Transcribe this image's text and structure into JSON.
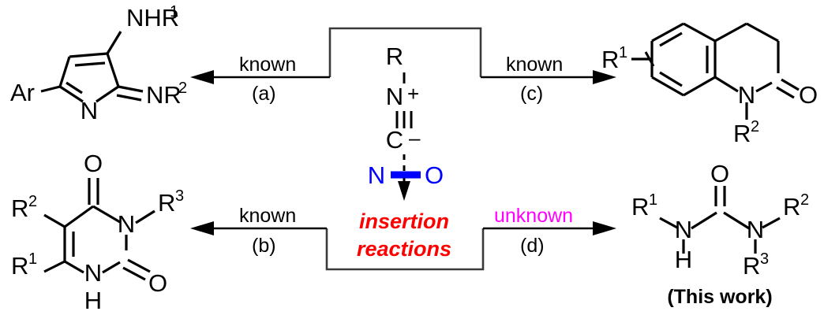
{
  "figure": {
    "title": "Isocyanide-nitric oxide insertion reaction scheme",
    "background_color": "#ffffff",
    "colors": {
      "bond": "#000000",
      "nitroso_blue": "#0000ff",
      "insertion_red": "#ff0000",
      "unknown_magenta": "#ff00ff",
      "bracket_gray": "#3a3a3a"
    }
  },
  "center": {
    "reagent": {
      "r_group": "R",
      "nitrogen": "N",
      "nitrogen_charge": "+",
      "carbon": "C",
      "carbon_charge": "–",
      "nitroso_n": "N",
      "nitroso_o": "O"
    },
    "insertion_label_line1": "insertion",
    "insertion_label_line2": "reactions"
  },
  "arrows": [
    {
      "id": "a",
      "direction": "left",
      "status": "known",
      "tag": "(a)",
      "status_color": "#000000",
      "target": "aminopyrrole-imine"
    },
    {
      "id": "c",
      "direction": "right",
      "status": "known",
      "tag": "(c)",
      "status_color": "#000000",
      "target": "dihydroquinolin-2-one"
    },
    {
      "id": "b",
      "direction": "left",
      "status": "known",
      "tag": "(b)",
      "status_color": "#000000",
      "target": "pyrimidine-2,4-dione"
    },
    {
      "id": "d",
      "direction": "right",
      "status": "unknown",
      "tag": "(d)",
      "status_color": "#ff00ff",
      "target": "trisubstituted-urea"
    }
  ],
  "products": {
    "top_left": {
      "name": "aminopyrrole-imine",
      "labels": {
        "nhr1_text": "NHR",
        "nhr1_sup": "1",
        "ar": "Ar",
        "ring_n": "N",
        "nr2_text": "NR",
        "nr2_sup": "2"
      }
    },
    "bottom_left": {
      "name": "pyrimidine-2,4-dione",
      "labels": {
        "r2_text": "R",
        "r2_sup": "2",
        "r3_text": "R",
        "r3_sup": "3",
        "r1_text": "R",
        "r1_sup": "1",
        "o_top": "O",
        "o_right": "O",
        "n3": "N",
        "n1": "N",
        "n1_h": "H"
      }
    },
    "top_right": {
      "name": "dihydroquinolin-2-one",
      "labels": {
        "r1_text": "R",
        "r1_sup": "1",
        "ring_n": "N",
        "r2_text": "R",
        "r2_sup": "2",
        "o": "O"
      }
    },
    "bottom_right": {
      "name": "trisubstituted-urea",
      "labels": {
        "o": "O",
        "r1_text": "R",
        "r1_sup": "1",
        "nh_n": "N",
        "nh_h": "H",
        "n2": "N",
        "r2_text": "R",
        "r2_sup": "2",
        "r3_text": "R",
        "r3_sup": "3"
      },
      "caption": "(This work)"
    }
  }
}
